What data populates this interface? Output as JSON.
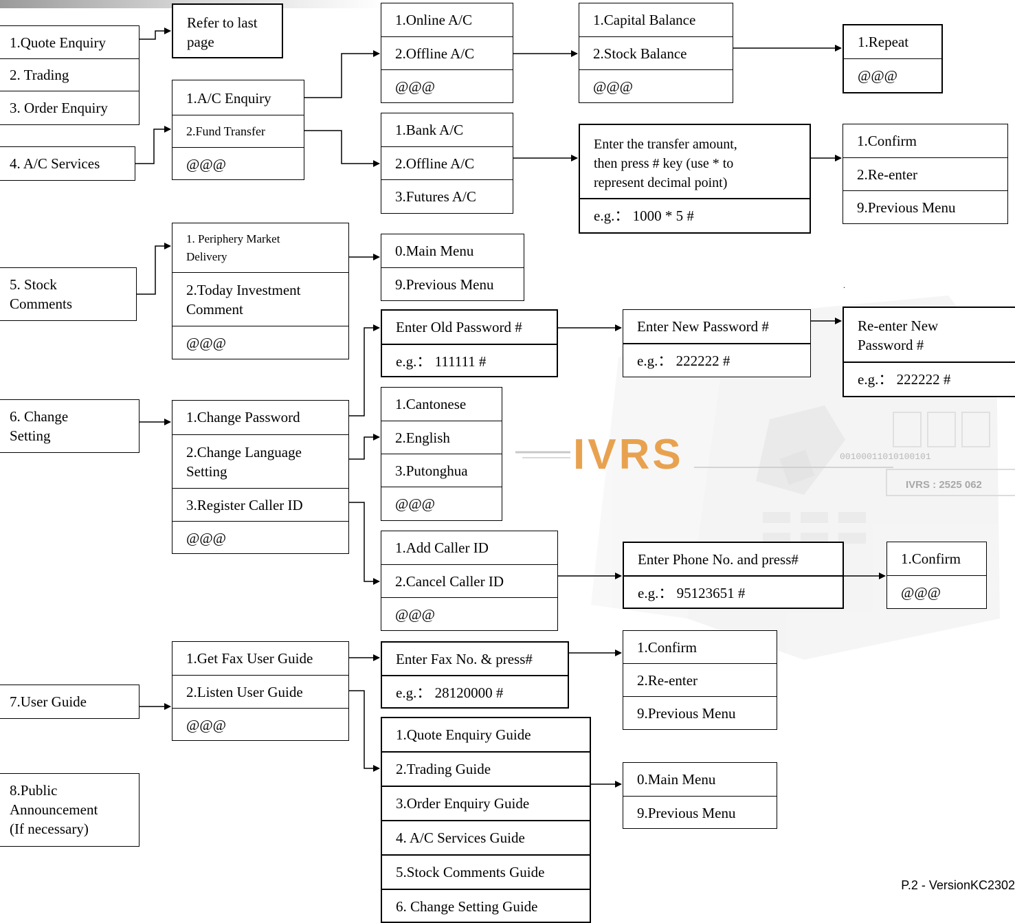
{
  "main_menu": [
    {
      "id": "m1",
      "lines": [
        "1.Quote Enquiry"
      ]
    },
    {
      "id": "m2",
      "lines": [
        "2. Trading"
      ]
    },
    {
      "id": "m3",
      "lines": [
        "3. Order Enquiry"
      ]
    },
    {
      "id": "m4",
      "lines": [
        "4. A/C Services"
      ]
    },
    {
      "id": "m5",
      "lines": [
        "5. Stock",
        "Comments"
      ]
    },
    {
      "id": "m6",
      "lines": [
        "6. Change",
        "Setting"
      ]
    },
    {
      "id": "m7",
      "lines": [
        "7.User Guide"
      ]
    },
    {
      "id": "m8",
      "lines": [
        "8.Public",
        "Announcement",
        "(If necessary)"
      ]
    }
  ],
  "refer": {
    "lines": [
      "Refer to last",
      "page"
    ]
  },
  "ac_services_menu": [
    "1.A/C Enquiry",
    "2.Fund Transfer",
    "@@@"
  ],
  "ac_enquiry_menu": [
    "1.Online A/C",
    "2.Offline A/C",
    "@@@"
  ],
  "balance_menu": [
    "1.Capital Balance",
    "2.Stock Balance",
    "@@@"
  ],
  "repeat_menu": [
    "1.Repeat",
    "@@@"
  ],
  "fund_transfer_menu": [
    "1.Bank A/C",
    "2.Offline A/C",
    "3.Futures A/C"
  ],
  "transfer_amount": {
    "prompt": [
      "Enter the transfer amount,",
      "then press # key (use  *  to",
      "represent decimal point)"
    ],
    "example": "e.g.：  1000 * 5 #"
  },
  "transfer_confirm_menu": [
    "1.Confirm",
    "2.Re-enter",
    "9.Previous Menu"
  ],
  "stock_comments_menu": {
    "item1": [
      "1. Periphery Market",
      "Delivery"
    ],
    "item2": [
      "2.Today Investment",
      "Comment"
    ],
    "item3": "@@@"
  },
  "comments_nav_menu": [
    "0.Main Menu",
    "9.Previous Menu"
  ],
  "change_setting_menu": {
    "item1": "1.Change Password",
    "item2": [
      "2.Change Language",
      "Setting"
    ],
    "item3": "3.Register Caller ID",
    "item4": "@@@"
  },
  "old_password": {
    "prompt": "Enter Old Password #",
    "example": "e.g.：  111111 #"
  },
  "new_password": {
    "prompt": "Enter New Password #",
    "example": "e.g.：  222222 #"
  },
  "reenter_password": {
    "prompt": [
      "Re-enter New",
      "Password #"
    ],
    "example": "e.g.：  222222 #"
  },
  "language_menu": [
    "1.Cantonese",
    "2.English",
    "3.Putonghua",
    "@@@"
  ],
  "caller_id_menu": [
    "1.Add Caller ID",
    "2.Cancel Caller ID",
    "@@@"
  ],
  "phone_entry": {
    "prompt": "Enter Phone No. and press#",
    "example": "e.g.：  95123651 #"
  },
  "phone_confirm_menu": [
    "1.Confirm",
    "@@@"
  ],
  "user_guide_menu": [
    "1.Get Fax User Guide",
    "2.Listen User Guide",
    "@@@"
  ],
  "fax_entry": {
    "prompt": "Enter Fax No. & press#",
    "example": "e.g.：  28120000 #"
  },
  "fax_confirm_menu": [
    "1.Confirm",
    "2.Re-enter",
    "9.Previous Menu"
  ],
  "guide_list_menu": [
    "1.Quote Enquiry Guide",
    "2.Trading Guide",
    "3.Order Enquiry Guide",
    "4. A/C Services Guide",
    "5.Stock Comments Guide",
    "6. Change Setting Guide"
  ],
  "guide_nav_menu": [
    "0.Main Menu",
    "9.Previous Menu"
  ],
  "watermark": {
    "logo_text": "IVRS",
    "binary_text": "00100011010100101",
    "phone_label": "IVRS : 2525 062"
  },
  "footer": "P.2 - VersionKC2302",
  "stray_mark": ".",
  "colors": {
    "logo": "#e8a24f",
    "wire": "#000000",
    "watermark_gray": "#e4e4e4"
  }
}
